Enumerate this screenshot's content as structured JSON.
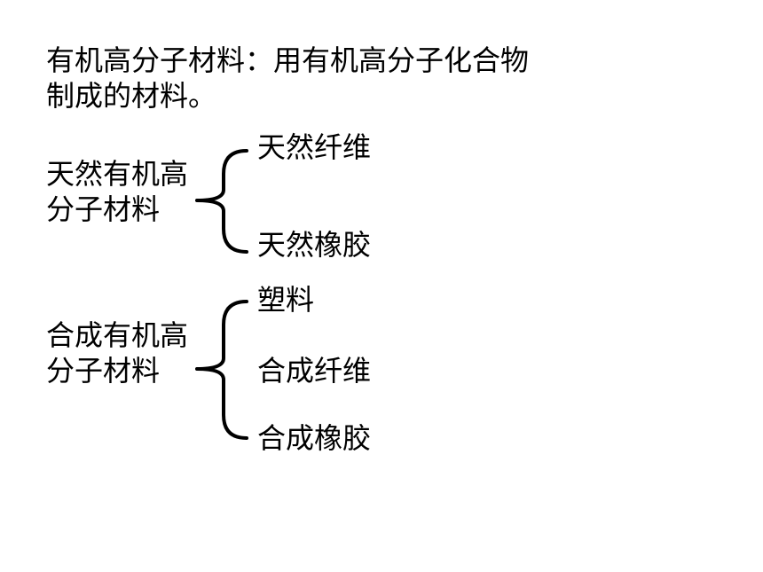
{
  "definition": {
    "line1": "有机高分子材料：用有机高分子化合物",
    "line2": "制成的材料。"
  },
  "groups": [
    {
      "label_line1": "天然有机高",
      "label_line2": "分子材料",
      "items": [
        "天然纤维",
        "天然橡胶"
      ]
    },
    {
      "label_line1": "合成有机高",
      "label_line2": "分子材料",
      "items": [
        "塑料",
        "合成纤维",
        "合成橡胶"
      ]
    }
  ]
}
